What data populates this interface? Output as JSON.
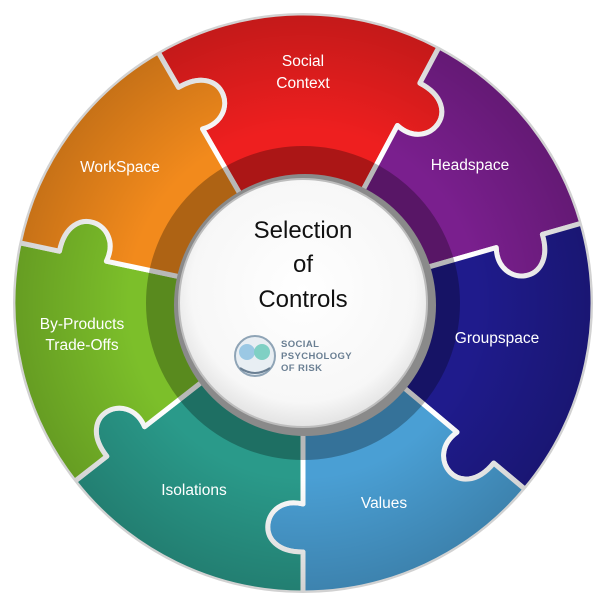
{
  "center": {
    "title_lines": [
      "Selection",
      "of",
      "Controls"
    ],
    "logo": {
      "icon": "social-psychology-of-risk-logo-icon",
      "lines": [
        "SOCIAL",
        "PSYCHOLOGY",
        "OF RISK"
      ]
    }
  },
  "segments": [
    {
      "id": "social-context",
      "label_lines": [
        "Social",
        "Context"
      ],
      "color": "#ee1f1f"
    },
    {
      "id": "headspace",
      "label_lines": [
        "Headspace"
      ],
      "color": "#7a1f8e"
    },
    {
      "id": "groupspace",
      "label_lines": [
        "Groupspace"
      ],
      "color": "#1f1b8c"
    },
    {
      "id": "values",
      "label_lines": [
        "Values"
      ],
      "color": "#4a9fd4"
    },
    {
      "id": "isolations",
      "label_lines": [
        "Isolations"
      ],
      "color": "#2a9a8a"
    },
    {
      "id": "by-products-trade-offs",
      "label_lines": [
        "By-Products",
        "Trade-Offs"
      ],
      "color": "#7cbf2a"
    },
    {
      "id": "workspace",
      "label_lines": [
        "WorkSpace"
      ],
      "color": "#f28a1c"
    }
  ]
}
